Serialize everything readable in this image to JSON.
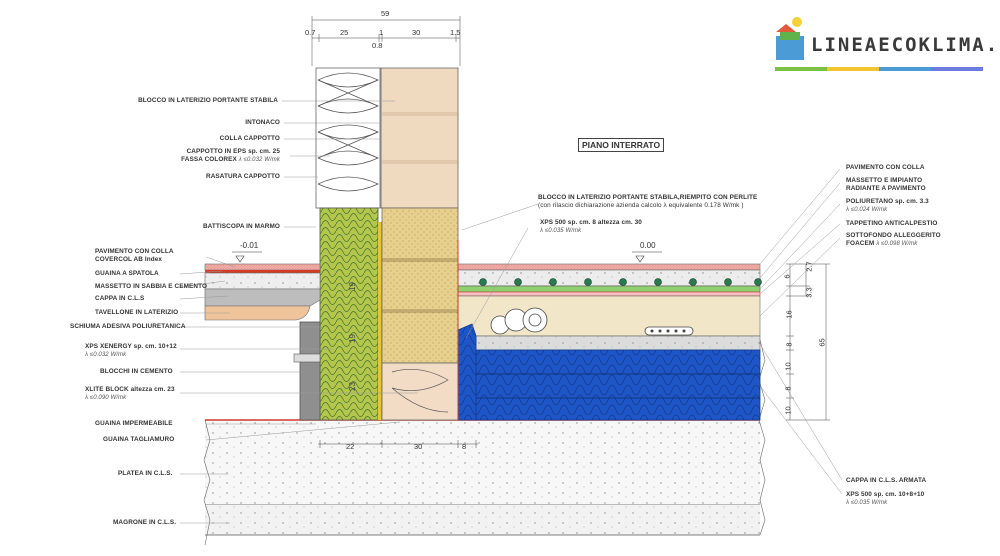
{
  "section_title": "PIANO INTERRATO",
  "logo_text": "LINEAECOKLIMA.IT",
  "levels": {
    "left": "-0.01",
    "right": "0.00"
  },
  "top_dims": {
    "total": "59",
    "d1": "0.7",
    "d2": "25",
    "d3": "1",
    "d4": "30",
    "d5": "1.5",
    "d6": "0.8"
  },
  "bottom_dims": {
    "d1": "22",
    "d2": "30",
    "d3": "8"
  },
  "right_dims": {
    "d1": "6",
    "d2": "2.7",
    "d3": "3.3",
    "d4": "16",
    "d5": "8",
    "d6": "65",
    "d7": "10",
    "d8": "8",
    "d9": "10"
  },
  "wall_dims": {
    "w1": "19",
    "w2": "19",
    "w3": "23"
  },
  "left_labels": [
    {
      "t": "BLOCCO IN LATERIZIO PORTANTE STABILA",
      "s": ""
    },
    {
      "t": "INTONACO",
      "s": ""
    },
    {
      "t": "COLLA CAPPOTTO",
      "s": ""
    },
    {
      "t": "CAPPOTTO IN EPS sp. cm. 25",
      "t2": "FASSA COLOREX",
      "s": "λ ≤0.032  W/mk"
    },
    {
      "t": "RASATURA CAPPOTTO",
      "s": ""
    },
    {
      "t": "BATTISCOPA IN MARMO",
      "s": ""
    },
    {
      "t": "PAVIMENTO CON COLLA",
      "t2": "COVERCOL AB Index",
      "s": ""
    },
    {
      "t": "GUAINA A SPATOLA",
      "s": ""
    },
    {
      "t": "MASSETTO IN SABBIA E CEMENTO",
      "s": ""
    },
    {
      "t": "CAPPA IN C.L.S",
      "s": ""
    },
    {
      "t": "TAVELLONE IN LATERIZIO",
      "s": ""
    },
    {
      "t": "SCHIUMA ADESIVA POLIURETANICA",
      "s": ""
    },
    {
      "t": "XPS XENERGY sp. cm. 10+12",
      "s": "λ ≤0.032 W/mk"
    },
    {
      "t": "BLOCCHI IN CEMENTO",
      "s": ""
    },
    {
      "t": "XLITE BLOCK altezza cm. 23",
      "s": "λ ≤0.090  W/mk"
    },
    {
      "t": "GUAINA IMPERMEABILE",
      "s": ""
    },
    {
      "t": "GUAINA TAGLIAMURO",
      "s": ""
    },
    {
      "t": "PLATEA IN C.L.S.",
      "s": ""
    },
    {
      "t": "MAGRONE IN C.L.S.",
      "s": ""
    }
  ],
  "center_labels": [
    {
      "t": "BLOCCO IN LATERIZIO PORTANTE STABILA,RIEMPITO CON PERLITE",
      "t2": "(con rilascio dichiarazione azienda calcolo  λ equivalente 0.178  W/mk )"
    },
    {
      "t": "XPS 500  sp. cm. 8 altezza cm. 30",
      "s": "λ ≤0.035 W/mk"
    }
  ],
  "right_labels": [
    {
      "t": "PAVIMENTO CON COLLA",
      "s": ""
    },
    {
      "t": "MASSETTO E IMPIANTO",
      "t2": "RADIANTE A PAVIMENTO",
      "s": ""
    },
    {
      "t": "POLIURETANO sp. cm. 3.3",
      "s": "λ ≤0.024 W/mk"
    },
    {
      "t": "TAPPETINO ANTICALPESTIO",
      "s": ""
    },
    {
      "t": "SOTTOFONDO ALLEGGERITO",
      "t2": "FOACEM",
      "s2": "λ ≤0.098 W/mk"
    },
    {
      "t": "CAPPA IN C.L.S. ARMATA",
      "s": ""
    },
    {
      "t": "XPS 500 sp. cm. 10+8+10",
      "s": "λ ≤0.035  W/mk"
    }
  ],
  "colors": {
    "xps_blue": "#1e56c8",
    "green": "#8fd16e",
    "brick": "#efd9bf",
    "sand": "#e7cf8e",
    "foacem": "#f2e6c8",
    "concrete": "#e2e2e2",
    "tavellone": "#f0c49b",
    "red": "#d43a2a"
  }
}
